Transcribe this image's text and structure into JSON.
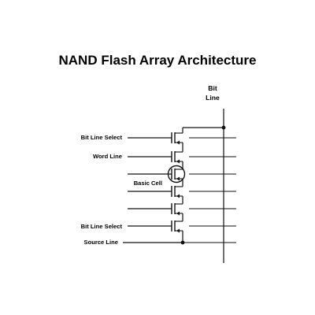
{
  "title": "NAND Flash Array Architecture",
  "bit_line_label": {
    "line1": "Bit",
    "line2": "Line"
  },
  "labels": {
    "bit_line_select_top": "Bit Line Select",
    "word_line": "Word Line",
    "basic_cell": "Basic Cell",
    "bit_line_select_bottom": "Bit Line Select",
    "source_line": "Source Line"
  },
  "colors": {
    "ink": "#111111",
    "background": "#ffffff"
  }
}
